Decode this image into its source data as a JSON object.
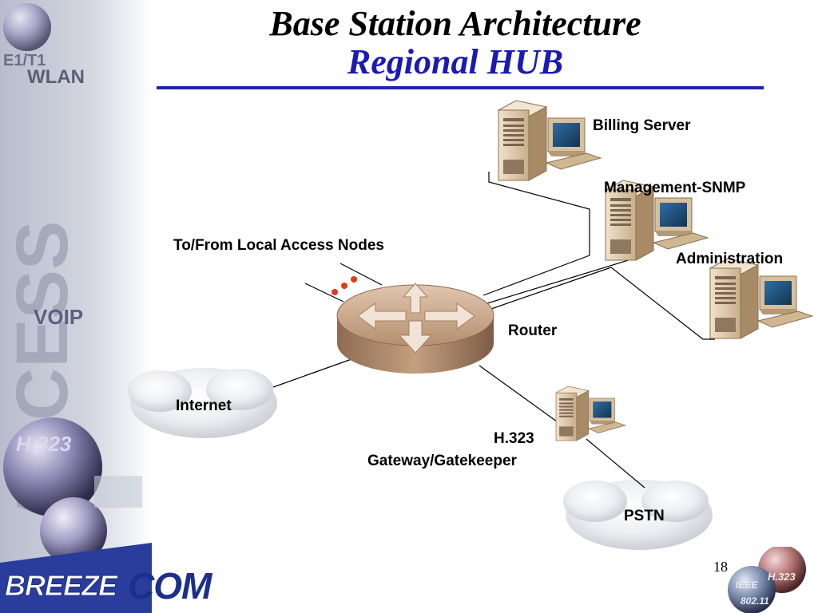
{
  "slide": {
    "title_line1": "Base Station Architecture",
    "title_line2": "Regional HUB",
    "page_number": "18"
  },
  "sidebar": {
    "labels": [
      "E1/T1",
      "WLAN",
      "VOIP",
      "H.323",
      "ACCESS",
      "BREEZECOM"
    ]
  },
  "badge": {
    "labels": [
      "H.323",
      "IEEE",
      "802.11"
    ]
  },
  "diagram": {
    "router_label": "Router",
    "local_nodes_label": "To/From Local Access Nodes",
    "internet_label": "Internet",
    "gateway_label_line1": "H.323",
    "gateway_label_line2": "Gateway/Gatekeeper",
    "pstn_label": "PSTN",
    "servers": [
      {
        "label": "Billing Server"
      },
      {
        "label": "Management-SNMP"
      },
      {
        "label": "Administration"
      }
    ]
  },
  "colors": {
    "title_blue": "#1a1ab4",
    "rule_blue": "#2222aa",
    "brand_blue": "#1b2f8c",
    "router_top": "#c9a98a",
    "server_beige": "#d9c2a0",
    "cloud_gray": "#dde0e4"
  }
}
